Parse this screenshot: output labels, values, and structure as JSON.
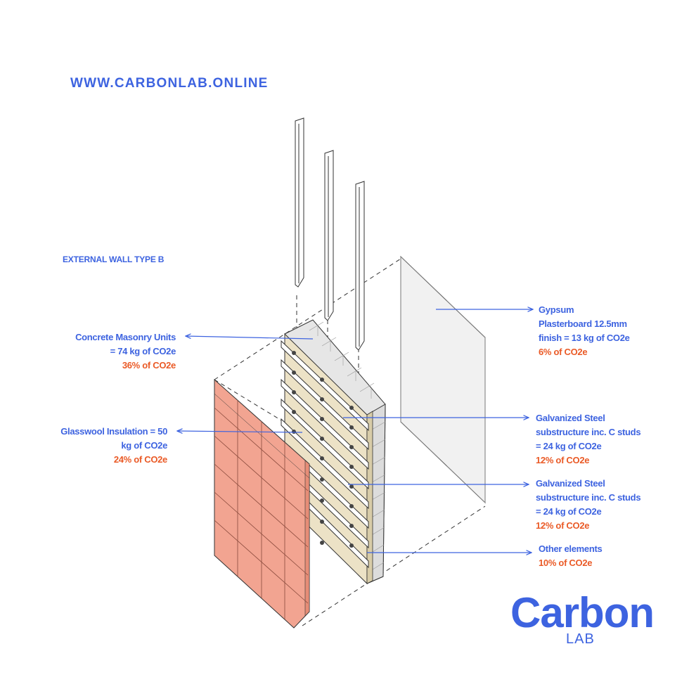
{
  "header": {
    "url": "WWW.CARBONLAB.ONLINE"
  },
  "diagram": {
    "title": "EXTERNAL WALL TYPE B"
  },
  "labels": {
    "cmu": {
      "line1": "Concrete Masonry Units",
      "line2": "= 74 kg of CO2e",
      "pct": "36% of CO2e"
    },
    "glasswool": {
      "line1": "Glasswool Insulation = 50",
      "line2": "kg of CO2e",
      "pct": "24% of CO2e"
    },
    "gypsum": {
      "line1": "Gypsum",
      "line2": "Plasterboard 12.5mm",
      "line3": "finish = 13 kg of CO2e",
      "pct": "6% of CO2e"
    },
    "steel1": {
      "line1": "Galvanized Steel",
      "line2": "substructure inc. C studs",
      "line3": "= 24 kg of CO2e",
      "pct": "12% of CO2e"
    },
    "steel2": {
      "line1": "Galvanized Steel",
      "line2": "substructure inc. C studs",
      "line3": "= 24 kg of CO2e",
      "pct": "12% of CO2e"
    },
    "other": {
      "line1": "Other elements",
      "pct": "10% of CO2e"
    }
  },
  "logo": {
    "main": "Carbon",
    "sub": "LAB"
  },
  "colors": {
    "label_blue": "#3d63e0",
    "pct_orange": "#ea5a26",
    "brick": "#f2a491",
    "insulation": "#ece2c6",
    "cmu": "#e6e6e6",
    "gypsum": "#f1f1f1"
  }
}
